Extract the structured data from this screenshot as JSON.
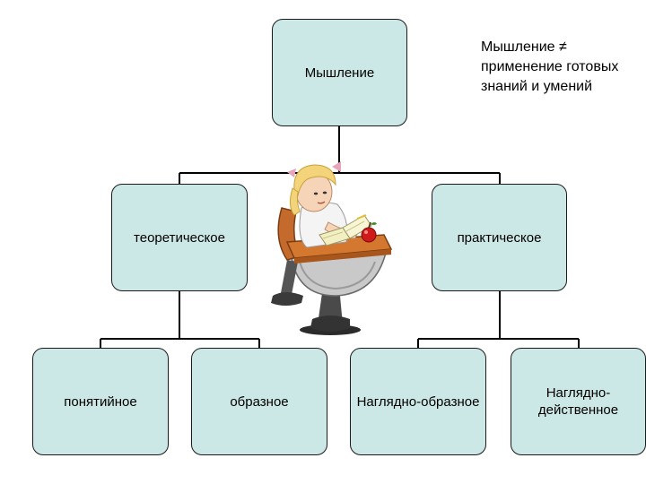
{
  "colors": {
    "box_fill": "#cce8e6",
    "box_border": "#1a1a1a",
    "connector": "#000000"
  },
  "nodes": {
    "root": "Мышление",
    "theoretical": "теоретическое",
    "practical": "практическое",
    "conceptual": "понятийное",
    "imaginative": "образное",
    "visual_imaginative": "Наглядно-образное",
    "visual_active": "Наглядно-действенное"
  },
  "note": {
    "lines": [
      "Мышление ≠",
      "применение готовых",
      "знаний и умений"
    ]
  },
  "illustration": {
    "icon": "girl-reading-at-desk-icon"
  }
}
